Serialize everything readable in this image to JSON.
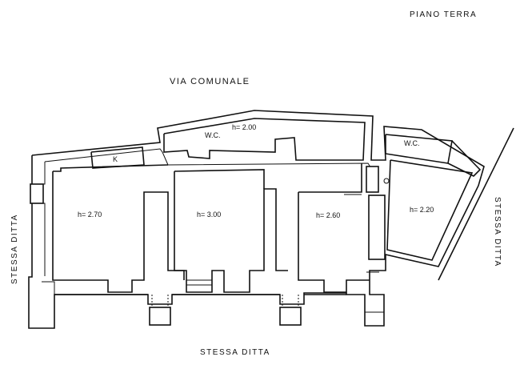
{
  "title": "PIANO TERRA",
  "labels": {
    "north": "VIA COMUNALE",
    "south": "STESSA DITTA",
    "west": "STESSA DITTA",
    "east": "STESSA DITTA"
  },
  "rooms": {
    "wc_top": "W.C.",
    "wc_top_height": "h= 2.00",
    "k": "K",
    "room1": "h= 2.70",
    "room2": "h= 3.00",
    "room3": "h= 2.60",
    "room4": "h= 2.20",
    "wc_right": "W.C."
  }
}
